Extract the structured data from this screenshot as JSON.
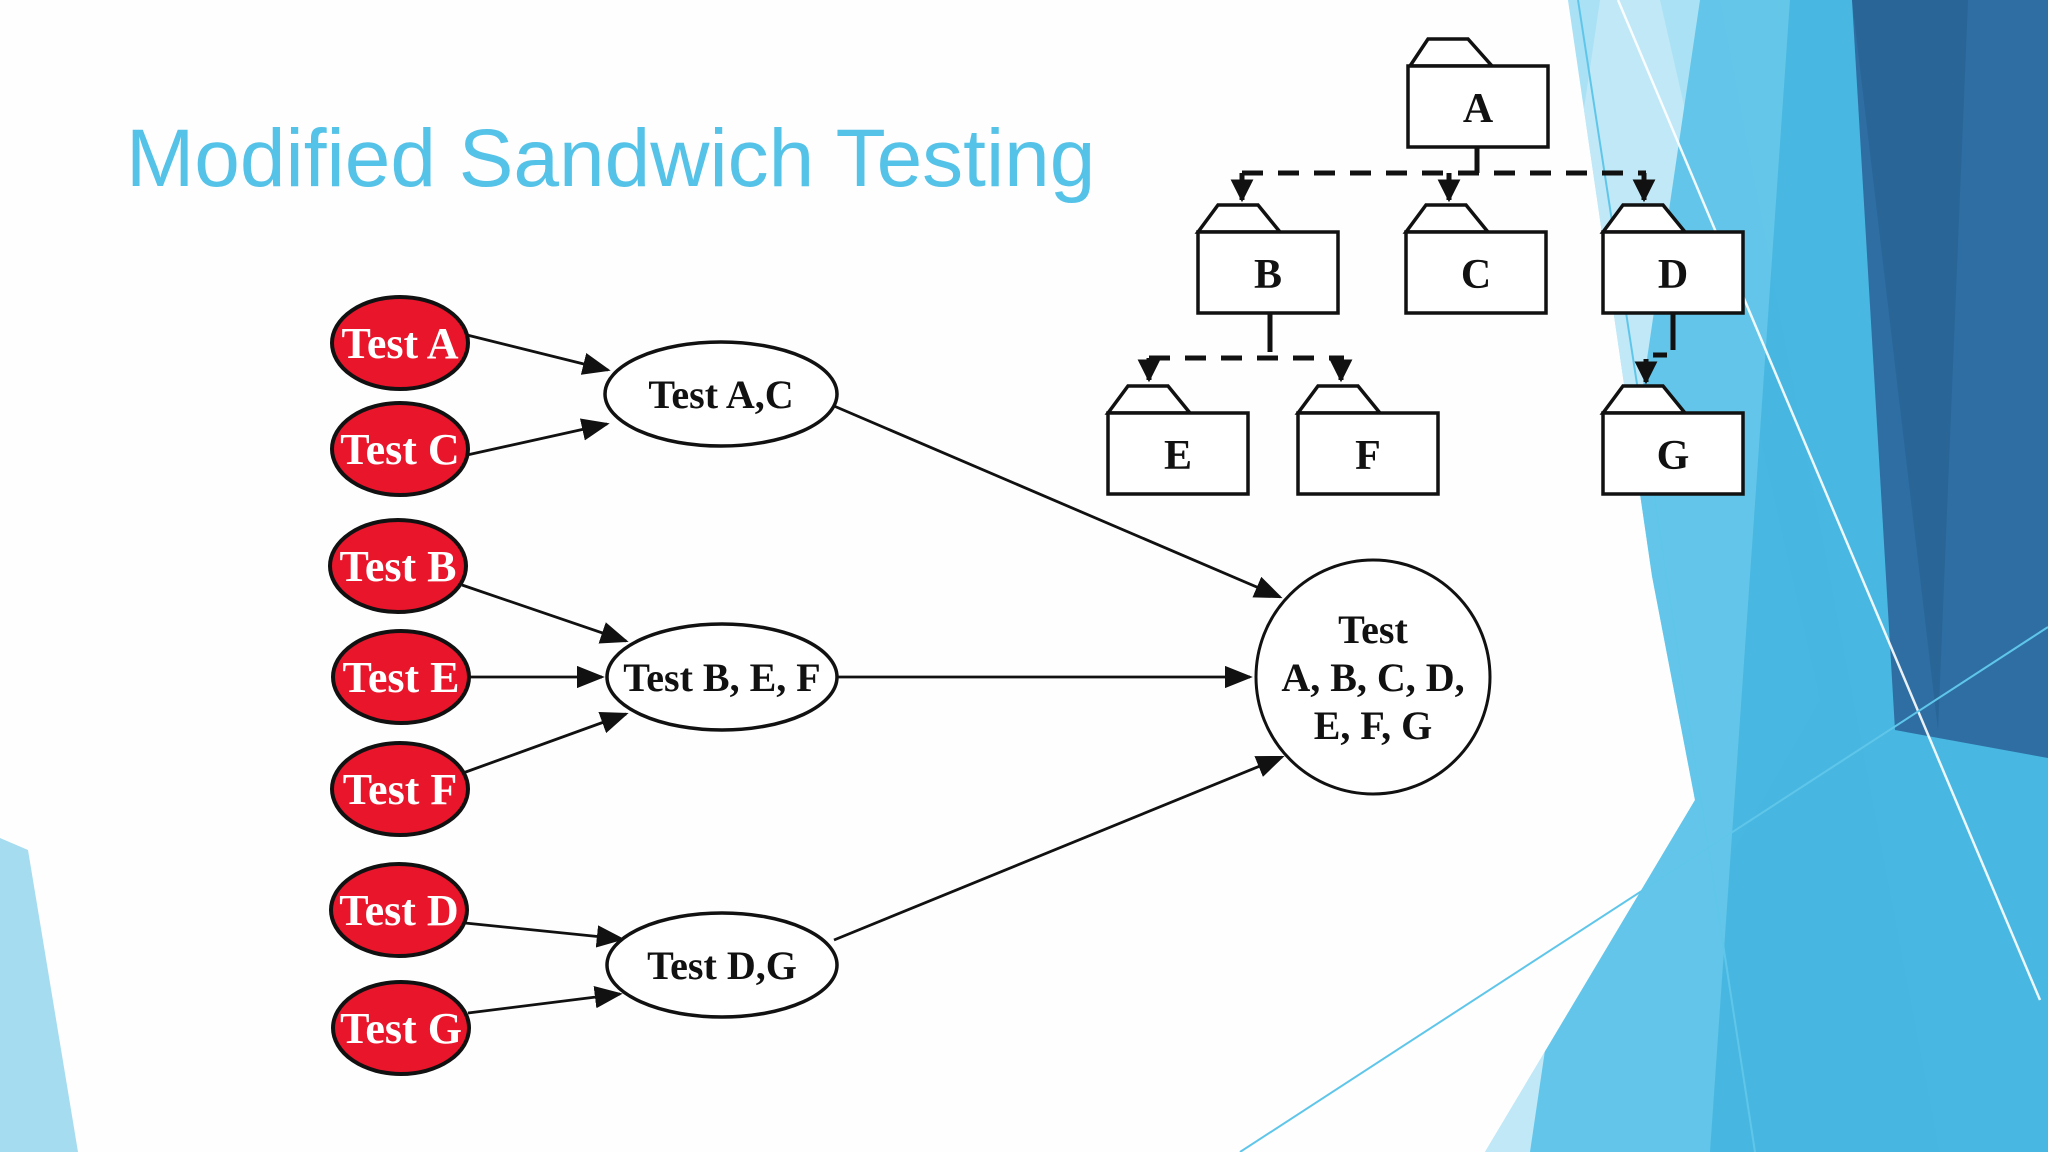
{
  "slide": {
    "title": "Modified Sandwich Testing",
    "title_color": "#55C2E8",
    "background_color": "#FEFEFE"
  },
  "diagram": {
    "stroke_color": "#111111",
    "unit_test_fill": "#E8152B",
    "unit_tests": [
      {
        "label": "Test A"
      },
      {
        "label": "Test C"
      },
      {
        "label": "Test B"
      },
      {
        "label": "Test E"
      },
      {
        "label": "Test F"
      },
      {
        "label": "Test D"
      },
      {
        "label": "Test G"
      }
    ],
    "integration_tests": [
      {
        "label": "Test A,C"
      },
      {
        "label": "Test B, E, F"
      },
      {
        "label": "Test D,G"
      }
    ],
    "system_test": {
      "line1": "Test",
      "line2": "A, B, C, D,",
      "line3": "E, F, G"
    },
    "modules": [
      {
        "label": "A"
      },
      {
        "label": "B"
      },
      {
        "label": "C"
      },
      {
        "label": "D"
      },
      {
        "label": "E"
      },
      {
        "label": "F"
      },
      {
        "label": "G"
      }
    ]
  },
  "decor": {
    "pale_blue": "#D6F0FA",
    "light_blue": "#A9DFF3",
    "lighter_blue": "#C6EAF7",
    "medium_blue": "#5EC3E8",
    "medium_blue_2": "#3FB1DD",
    "navy_blue": "#2E6EA3",
    "navy_blue_2": "#235D8C",
    "thin_line_blue": "#5FC6EA",
    "left_wedge_blue": "#A5DCF0"
  }
}
